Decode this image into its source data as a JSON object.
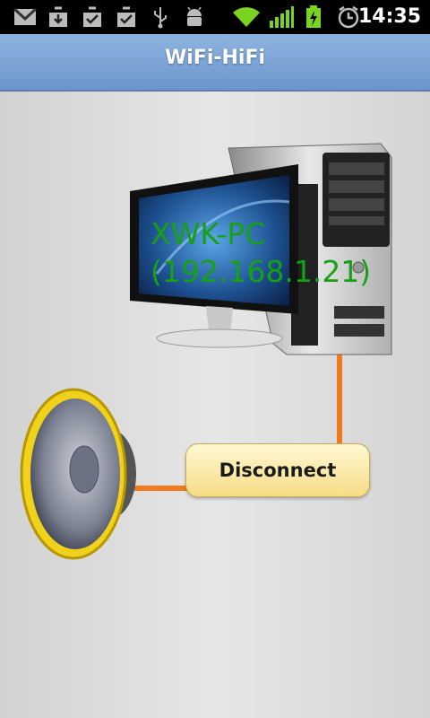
{
  "status_bar": {
    "time": "14:35",
    "icons": [
      "gmail-icon",
      "download-icon",
      "checkbox-icon",
      "checkbox-icon",
      "usb-icon",
      "android-debug-icon",
      "wifi-icon",
      "signal-icon",
      "battery-charging-icon",
      "alarm-icon"
    ]
  },
  "app": {
    "title": "WiFi-HiFi"
  },
  "connection": {
    "pc_name": "XWK-PC",
    "pc_ip": "(192.168.1.21)",
    "disconnect_label": "Disconnect"
  },
  "colors": {
    "title_bar": "#7aa2d6",
    "wire": "#f07a1c",
    "pc_text": "#16a016",
    "button": "#f6dc86"
  }
}
